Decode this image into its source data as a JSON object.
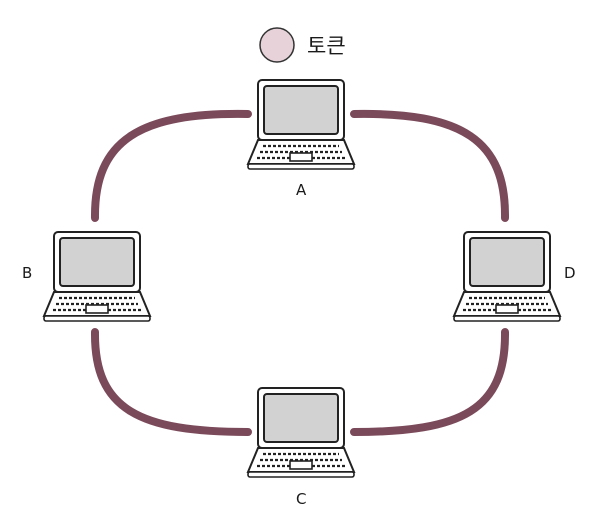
{
  "token": {
    "label": "토큰",
    "color": "#e6d2d8"
  },
  "ring_color": "#7b4a5a",
  "nodes": {
    "A": "A",
    "B": "B",
    "C": "C",
    "D": "D"
  }
}
